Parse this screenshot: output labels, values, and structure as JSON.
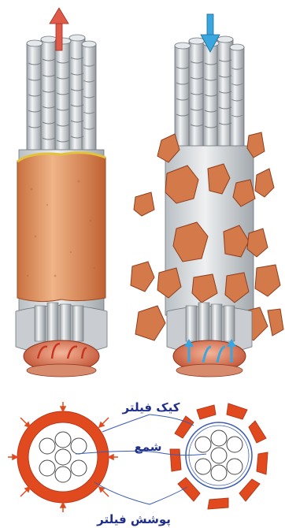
{
  "labels": {
    "filter_cake": "کیک فیلتر",
    "candle": "شمع",
    "filter_cover": "پوشش فیلتر"
  },
  "colors": {
    "cake_orange": "#d9885a",
    "cake_dark": "#b8582e",
    "tube_grey": "#cfd4d8",
    "tube_shadow": "#8a9096",
    "outflow_arrow": "#e05a4a",
    "backflow_arrow": "#3aa6e0",
    "ring_red": "#e04a1e",
    "label_blue": "#1f2f8a",
    "leader_line": "#3a5bb5"
  },
  "icons": {
    "top_left_arrow": "red-up-arrow",
    "top_right_arrow": "blue-down-arrow"
  }
}
